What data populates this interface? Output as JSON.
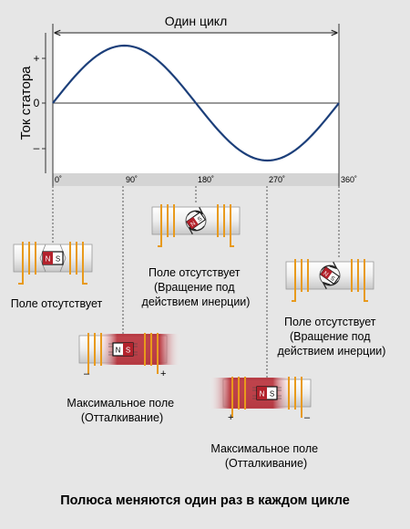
{
  "graph": {
    "cycle_label": "Один цикл",
    "y_axis_label": "Ток статора",
    "y_ticks": [
      "+",
      "0",
      "–"
    ],
    "x_ticks": [
      "0˚",
      "90˚",
      "180˚",
      "270˚",
      "360˚"
    ]
  },
  "motors": {
    "m1": {
      "caption_lines": [
        "Поле отсутствует"
      ],
      "signs": []
    },
    "m2": {
      "caption_lines": [
        "Поле отсутствует",
        "(Вращение под",
        "действием инерции)"
      ],
      "signs": []
    },
    "m3": {
      "caption_lines": [
        "Поле отсутствует",
        "(Вращение под",
        "действием инерции)"
      ],
      "signs": []
    },
    "m4": {
      "caption_lines": [
        "Максимальное поле",
        "(Отталкивание)"
      ],
      "signs": [
        "–",
        "+"
      ]
    },
    "m5": {
      "caption_lines": [
        "Максимальное поле",
        "(Отталкивание)"
      ],
      "signs": [
        "+",
        "–"
      ]
    }
  },
  "rotor_labels": {
    "left": "N",
    "right": "S"
  },
  "footer": "Полюса меняются один раз в каждом цикле",
  "colors": {
    "wave": "#1c3f7a",
    "coil": "#e89a1c",
    "field": "#b3222c",
    "plot_bg": "#ffffff",
    "band": "#d4d4d4"
  }
}
